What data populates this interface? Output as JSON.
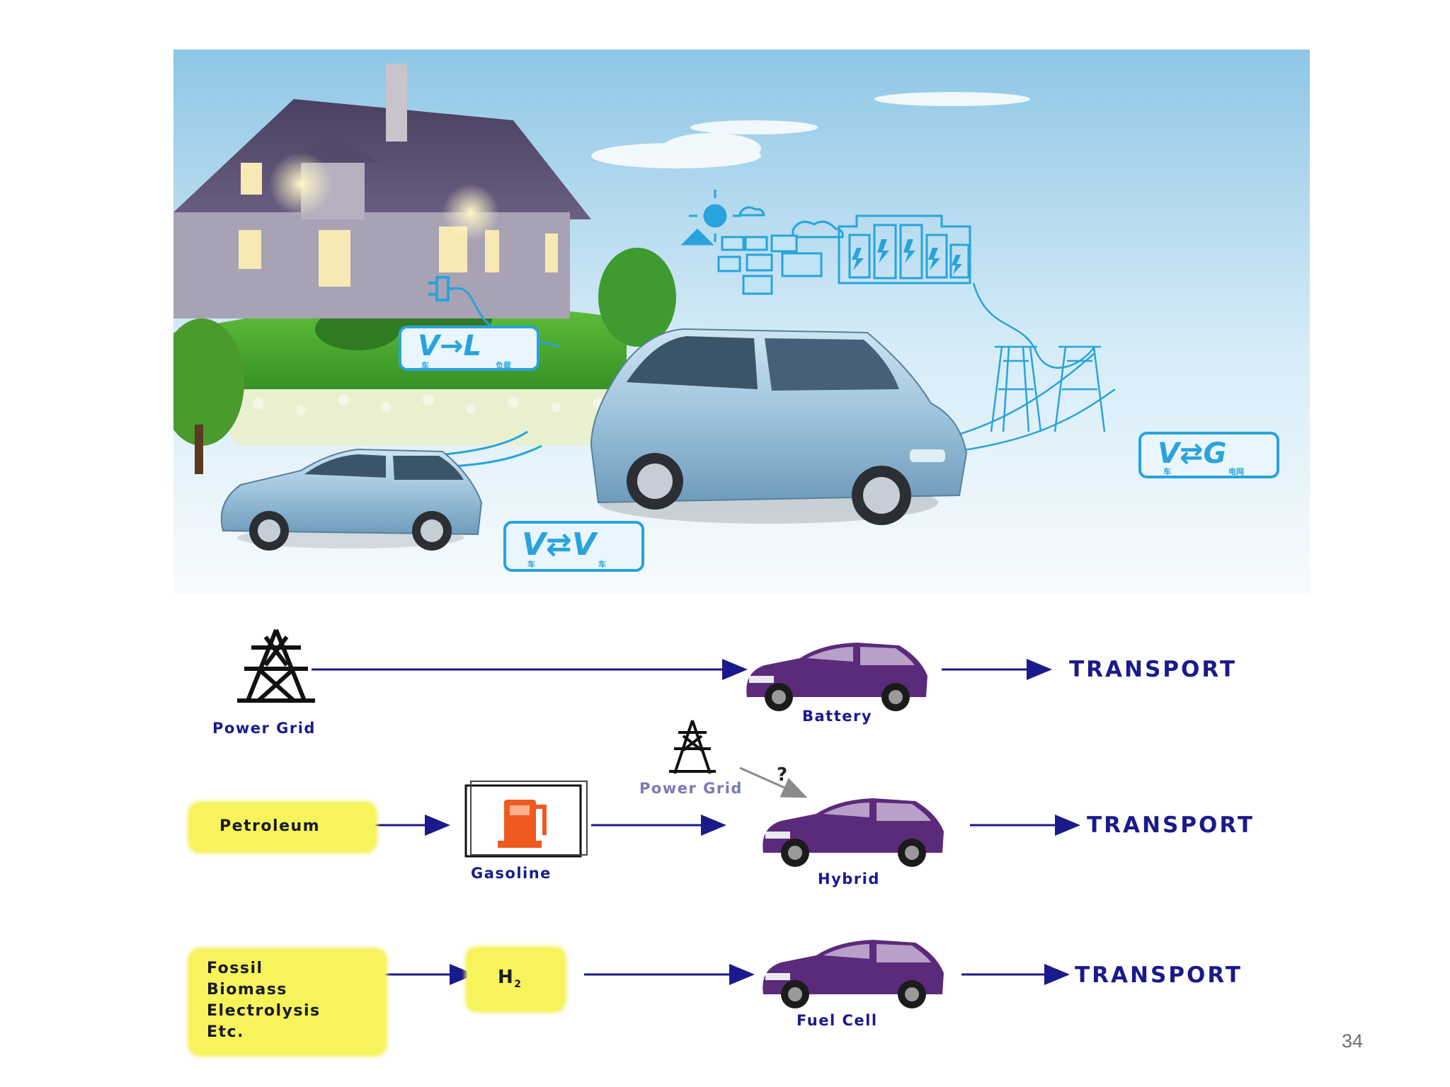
{
  "scene": {
    "badges": [
      {
        "main": "V→L",
        "left_sub": "车",
        "right_sub": "负载"
      },
      {
        "main": "V⇄V",
        "left_sub": "车",
        "right_sub": "车"
      },
      {
        "main": "V⇄G",
        "left_sub": "车",
        "right_sub": "电网"
      }
    ]
  },
  "flow": {
    "row1": {
      "source_label": "Power Grid",
      "vehicle_label": "Battery",
      "output": "TRANSPORT"
    },
    "row2": {
      "source_label": "Petroleum",
      "fuel_label": "Gasoline",
      "grid_label": "Power Grid",
      "question": "?",
      "vehicle_label": "Hybrid",
      "output": "TRANSPORT"
    },
    "row3": {
      "source_lines": "Fossil\nBiomass\nElectrolysis\nEtc.",
      "fuel_main": "H",
      "fuel_sub": "2",
      "vehicle_label": "Fuel Cell",
      "output": "TRANSPORT"
    }
  },
  "slide": {
    "page_number": "34"
  },
  "colors": {
    "arrow": "#1a1a8c",
    "box": "#f6f45a",
    "accent_blue": "#29a3dc",
    "car_purple": "#5b2a7a"
  }
}
